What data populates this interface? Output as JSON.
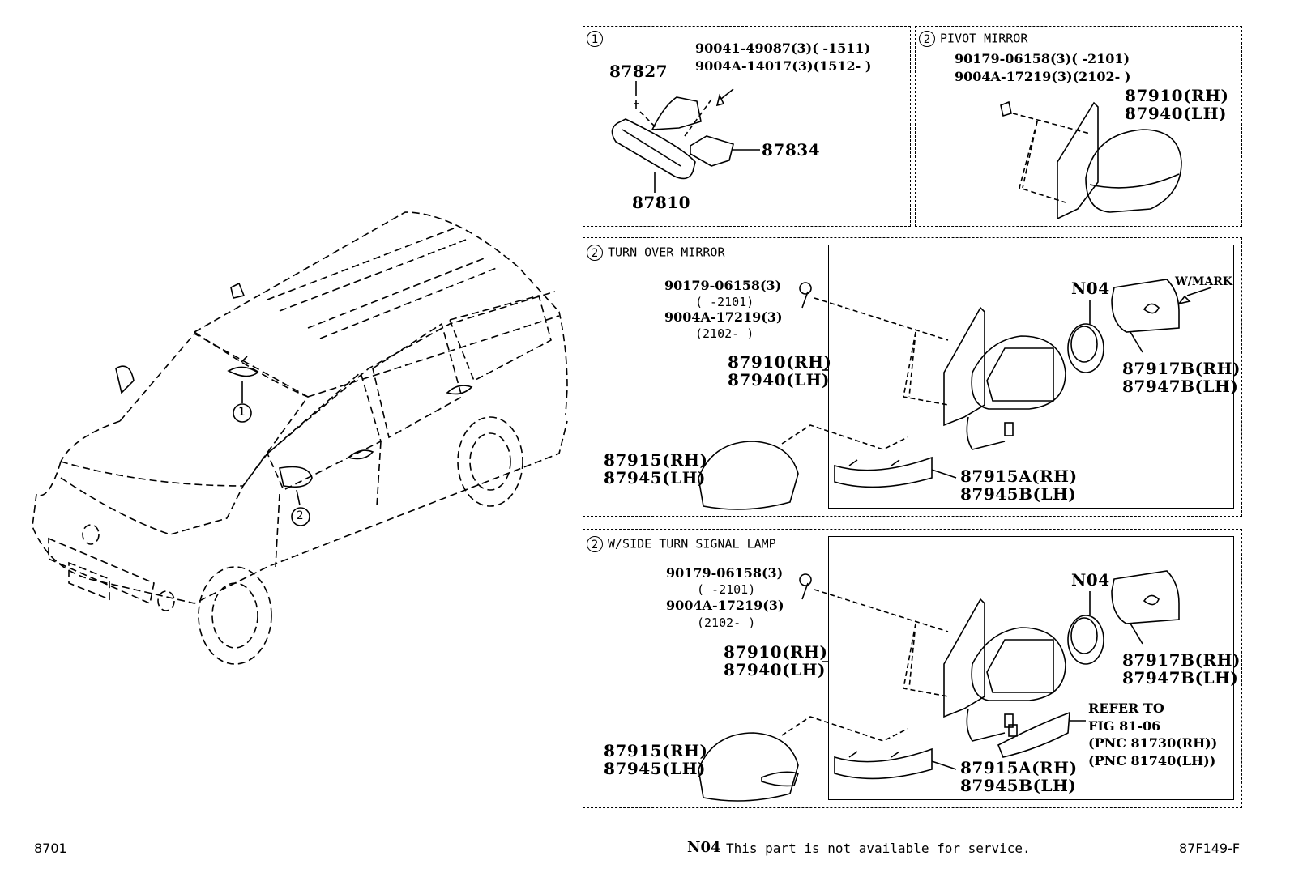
{
  "car": {
    "callout_1": "1",
    "callout_2": "2"
  },
  "panel1": {
    "num": "1",
    "bolt_a": "90041-49087(3)(    -1511)",
    "bolt_b": "9004A-14017(3)(1512-    )",
    "p_87827": "87827",
    "p_87834": "87834",
    "p_87810": "87810"
  },
  "panel2": {
    "num": "2",
    "title": "PIVOT MIRROR",
    "bolt_a": "90179-06158(3)(    -2101)",
    "bolt_b": "9004A-17219(3)(2102-    )",
    "rh": "87910(RH)",
    "lh": "87940(LH)"
  },
  "panel3": {
    "num": "2",
    "title": "TURN OVER MIRROR",
    "bolt_a": "90179-06158(3)",
    "bolt_a2": "(    -2101)",
    "bolt_b": "9004A-17219(3)",
    "bolt_b2": "(2102-    )",
    "mir_rh": "87910(RH)",
    "mir_lh": "87940(LH)",
    "n04": "N04",
    "wmark": "W/MARK",
    "glass_rh": "87917B(RH)",
    "glass_lh": "87947B(LH)",
    "cover_rh": "87915(RH)",
    "cover_lh": "87945(LH)",
    "lower_rh": "87915A(RH)",
    "lower_lh": "87945B(LH)"
  },
  "panel4": {
    "num": "2",
    "title": "W/SIDE TURN SIGNAL LAMP",
    "bolt_a": "90179-06158(3)",
    "bolt_a2": "(    -2101)",
    "bolt_b": "9004A-17219(3)",
    "bolt_b2": "(2102-    )",
    "mir_rh": "87910(RH)",
    "mir_lh": "87940(LH)",
    "n04": "N04",
    "glass_rh": "87917B(RH)",
    "glass_lh": "87947B(LH)",
    "cover_rh": "87915(RH)",
    "cover_lh": "87945(LH)",
    "lower_rh": "87915A(RH)",
    "lower_lh": "87945B(LH)",
    "refer1": "REFER TO",
    "refer2": "FIG 81-06",
    "refer3": "(PNC 81730(RH))",
    "refer4": "(PNC 81740(LH))"
  },
  "footer": {
    "left": "8701",
    "n04": "N04",
    "note": "This part is not available for service.",
    "right": "87F149-F"
  }
}
